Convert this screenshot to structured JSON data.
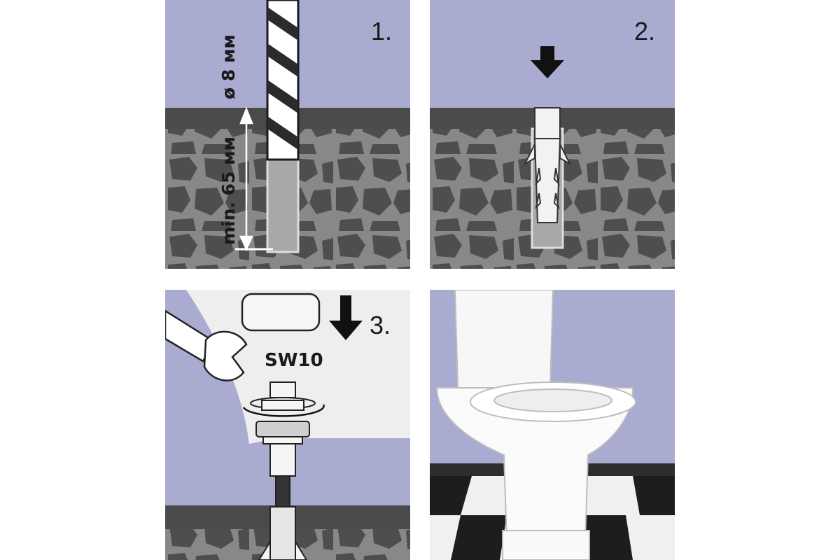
{
  "steps": {
    "step1": {
      "number": "1.",
      "diameter_label": "ø 8 мм",
      "depth_label": "min. 65 мм"
    },
    "step2": {
      "number": "2."
    },
    "step3": {
      "number": "3.",
      "wrench_size": "SW10"
    }
  },
  "colors": {
    "wall": "#a9acd0",
    "floor_band": "#4a4a4a",
    "stone_bg": "#888888",
    "stone": "#4e4e4e",
    "hole": "#a8a8a8"
  }
}
